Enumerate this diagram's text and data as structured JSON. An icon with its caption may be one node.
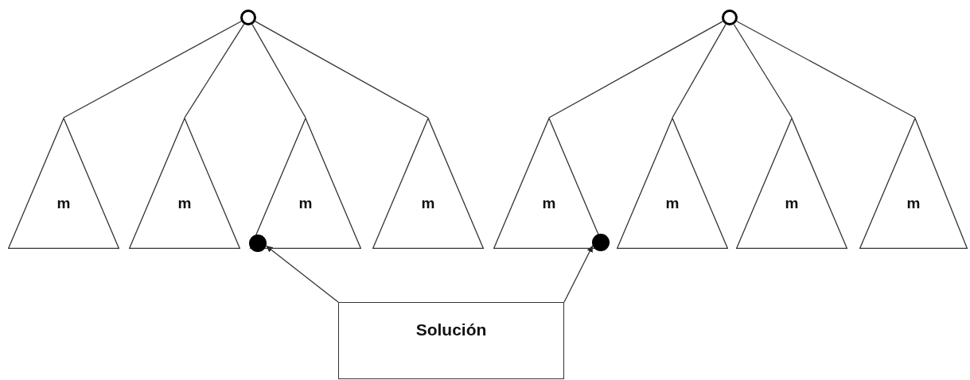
{
  "diagram": {
    "nodes": [
      {
        "text": [],
        "shape": "circle"
      },
      {
        "text": [
          "m"
        ]
      },
      {
        "text": [
          "m"
        ]
      },
      {
        "text": [
          "m"
        ]
      },
      {
        "text": [
          "m"
        ]
      },
      {
        "text": [],
        "shape": "circle"
      },
      {
        "text": [
          "m"
        ]
      },
      {
        "text": [
          "m"
        ]
      },
      {
        "text": [
          "m"
        ]
      },
      {
        "text": [
          "m"
        ]
      },
      {
        "text": [],
        "shape": "dot"
      },
      {
        "text": [],
        "shape": "dot"
      },
      {
        "text": [
          "Solución"
        ]
      }
    ],
    "edges": [
      {
        "from": 0,
        "to": 1,
        "arrow": "none"
      },
      {
        "from": 0,
        "to": 2,
        "arrow": "none"
      },
      {
        "from": 0,
        "to": 3,
        "arrow": "none"
      },
      {
        "from": 0,
        "to": 4,
        "arrow": "none"
      },
      {
        "from": 5,
        "to": 6,
        "arrow": "none"
      },
      {
        "from": 5,
        "to": 7,
        "arrow": "none"
      },
      {
        "from": 5,
        "to": 8,
        "arrow": "none"
      },
      {
        "from": 5,
        "to": 9,
        "arrow": "none"
      },
      {
        "from": 12,
        "to": 10,
        "arrow": "to"
      },
      {
        "from": 12,
        "to": 11,
        "arrow": "to"
      }
    ]
  }
}
